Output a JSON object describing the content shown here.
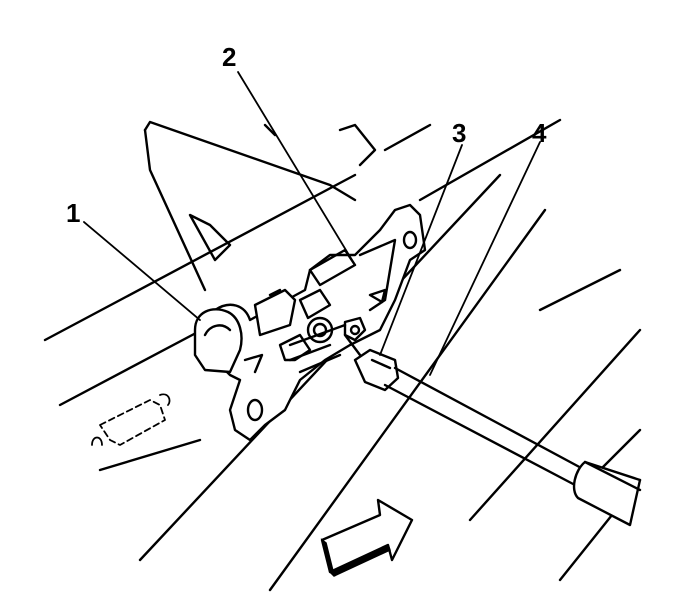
{
  "callouts": [
    {
      "id": "1",
      "label": "1"
    },
    {
      "id": "2",
      "label": "2"
    },
    {
      "id": "3",
      "label": "3"
    },
    {
      "id": "4",
      "label": "4"
    }
  ],
  "colors": {
    "ink": "#000000",
    "background": "#ffffff"
  },
  "icons": [
    "direction-arrow-icon"
  ]
}
